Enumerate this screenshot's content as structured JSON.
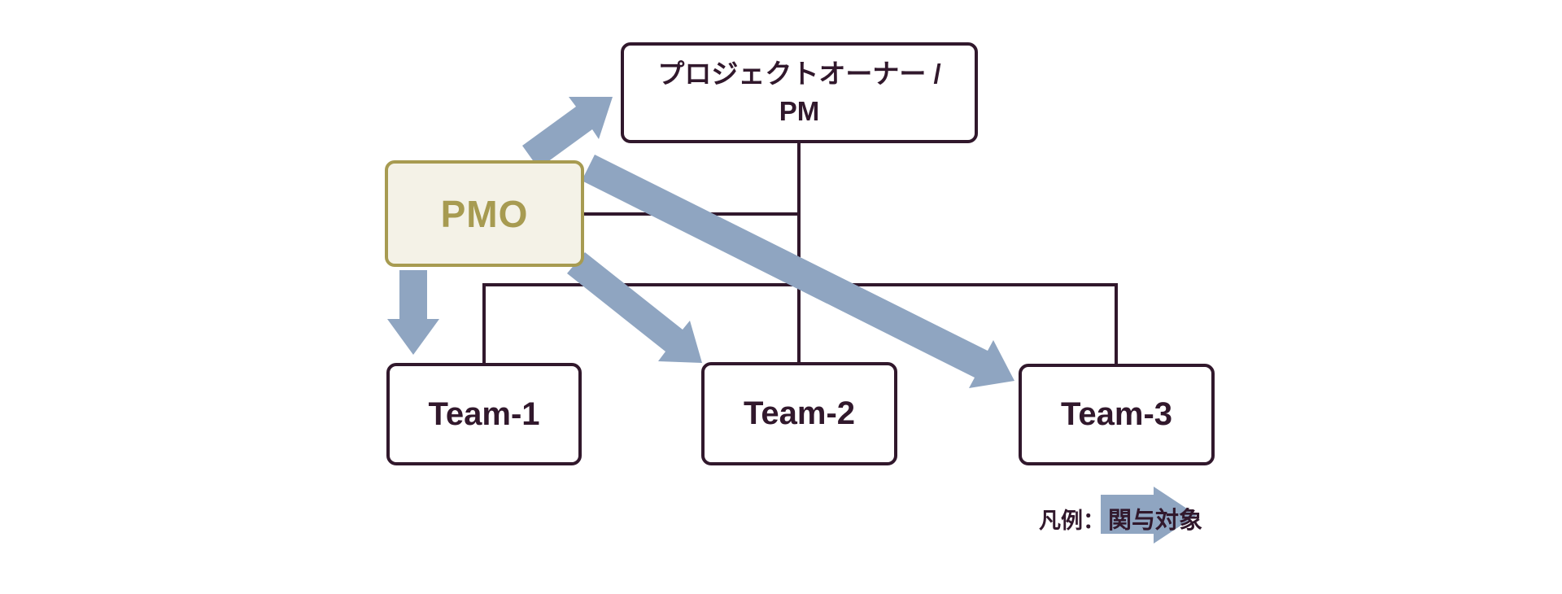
{
  "diagram": {
    "nodes": {
      "pm": {
        "lines": [
          "プロジェクトオーナー /",
          "PM"
        ]
      },
      "pmo": {
        "label": "PMO"
      },
      "team1": {
        "label": "Team-1"
      },
      "team2": {
        "label": "Team-2"
      },
      "team3": {
        "label": "Team-3"
      }
    },
    "legend": {
      "prefix": "凡例：",
      "arrow_label": "関与対象"
    },
    "colors": {
      "connector_line": "#31182c",
      "node_border": "#31182c",
      "node_text": "#31182c",
      "arrow_fill": "#8fa5c1",
      "pmo_border": "#a79b51",
      "pmo_fill": "#f4f2e7",
      "pmo_text": "#a79b51",
      "background": "#ffffff"
    }
  }
}
